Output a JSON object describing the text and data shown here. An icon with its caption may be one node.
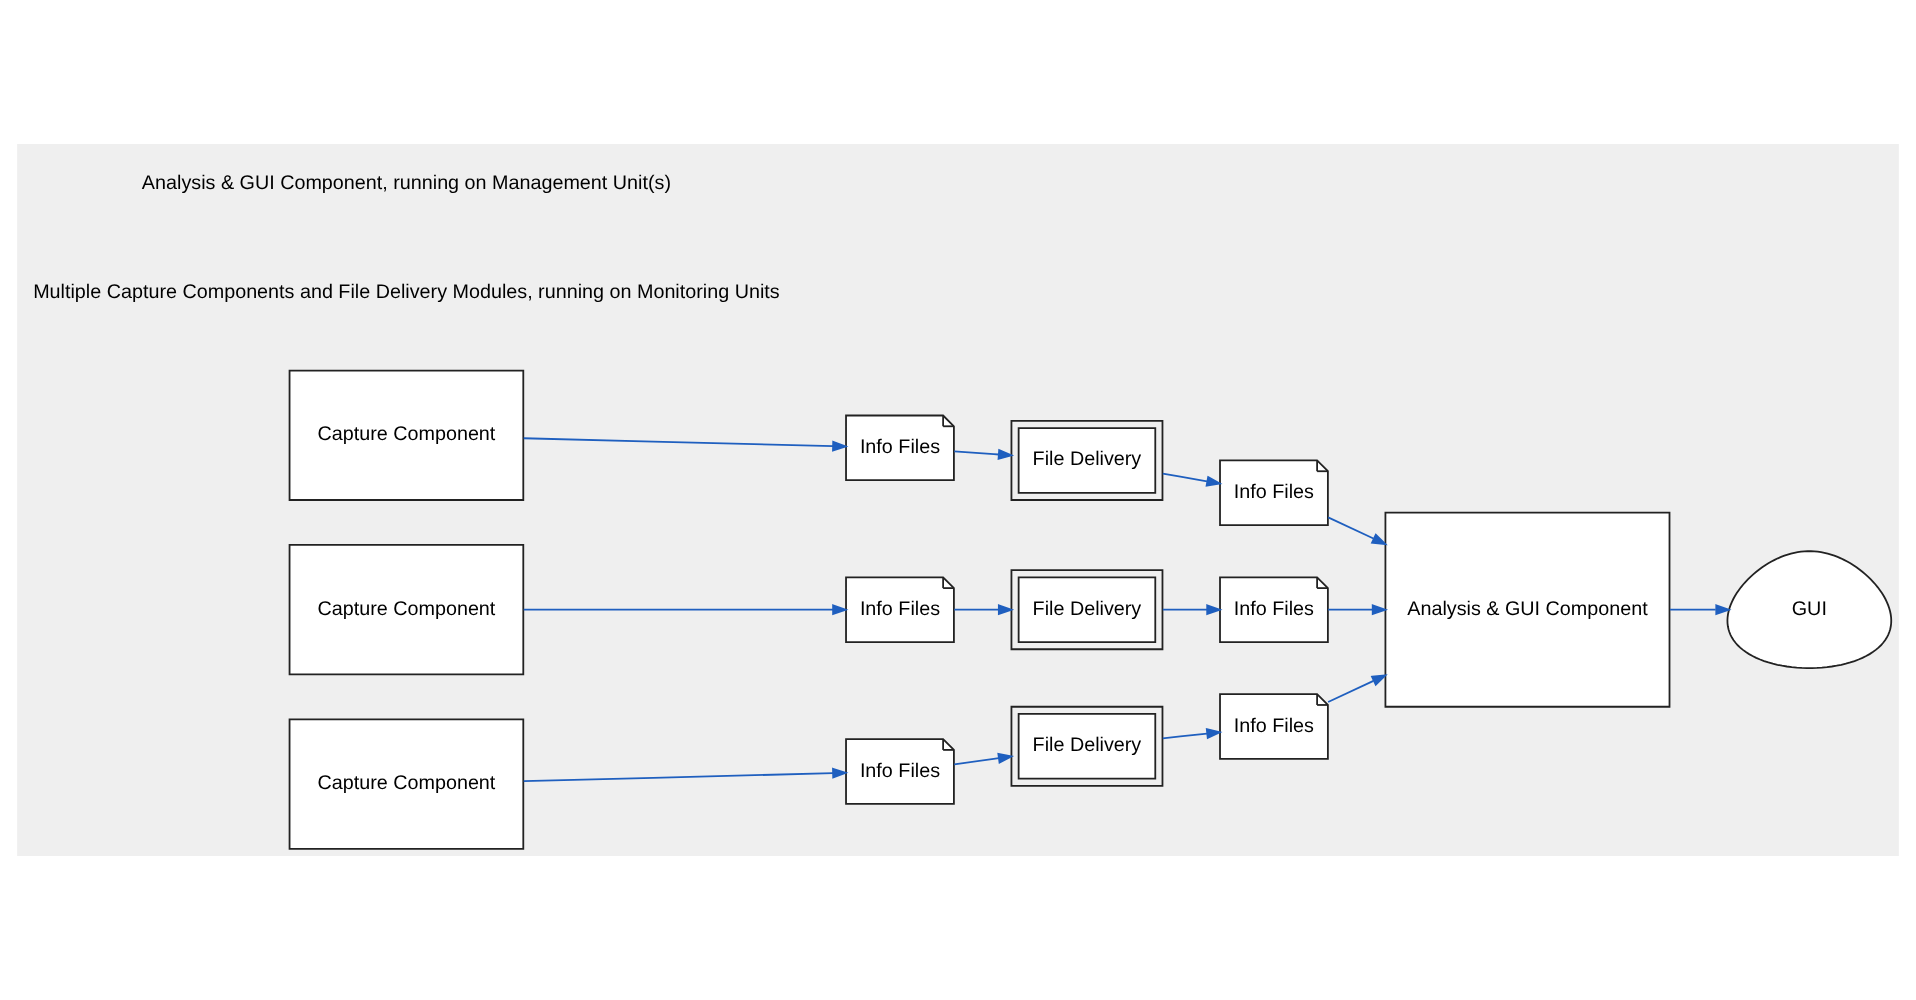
{
  "diagram": {
    "nodes": [
      {
        "text": [
          "Capture Component"
        ]
      },
      {
        "text": [
          "Capture Component"
        ]
      },
      {
        "text": [
          "Capture Component"
        ]
      },
      {
        "text": [
          "Info Files"
        ]
      },
      {
        "text": [
          "Info Files"
        ]
      },
      {
        "text": [
          "Info Files"
        ]
      },
      {
        "text": [
          "File Delivery"
        ]
      },
      {
        "text": [
          "File Delivery"
        ]
      },
      {
        "text": [
          "File Delivery"
        ]
      },
      {
        "text": [
          "Info Files"
        ]
      },
      {
        "text": [
          "Info Files"
        ]
      },
      {
        "text": [
          "Info Files"
        ]
      },
      {
        "text": [
          "Analysis & GUI Component"
        ]
      },
      {
        "text": [
          "GUI"
        ]
      }
    ],
    "edges": [
      {
        "from": 0,
        "to": 3,
        "arrow": "to"
      },
      {
        "from": 3,
        "to": 6,
        "arrow": "to"
      },
      {
        "from": 6,
        "to": 9,
        "arrow": "to"
      },
      {
        "from": 1,
        "to": 4,
        "arrow": "to"
      },
      {
        "from": 4,
        "to": 7,
        "arrow": "to"
      },
      {
        "from": 7,
        "to": 10,
        "arrow": "to"
      },
      {
        "from": 2,
        "to": 5,
        "arrow": "to"
      },
      {
        "from": 5,
        "to": 8,
        "arrow": "to"
      },
      {
        "from": 8,
        "to": 11,
        "arrow": "to"
      },
      {
        "from": 9,
        "to": 12,
        "arrow": "to"
      },
      {
        "from": 10,
        "to": 12,
        "arrow": "to"
      },
      {
        "from": 11,
        "to": 12,
        "arrow": "to"
      },
      {
        "from": 12,
        "to": 13,
        "arrow": "to"
      }
    ],
    "labels": [
      "Multiple Capture Components and File Delivery Modules, running on Monitoring Units",
      "Analysis & GUI Component, running on Management Unit(s)"
    ]
  }
}
